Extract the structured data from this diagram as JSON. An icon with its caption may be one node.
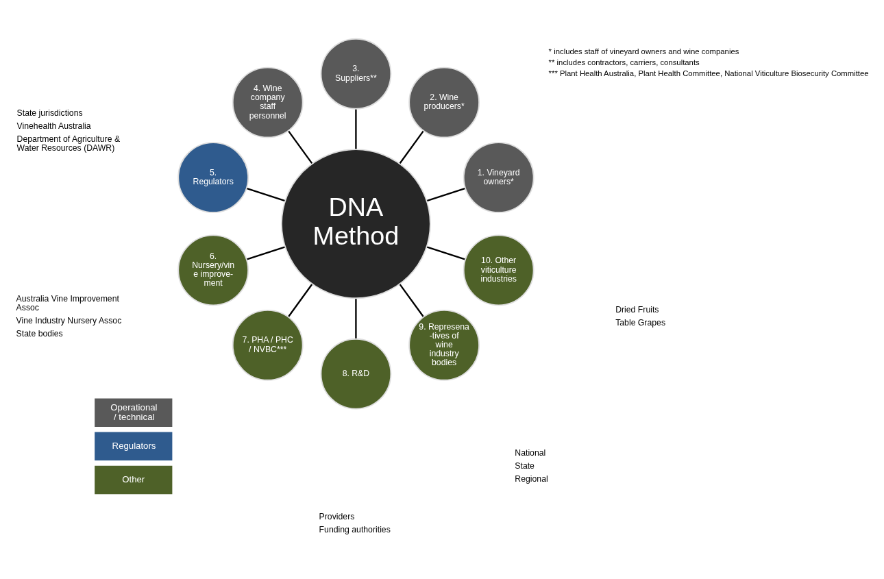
{
  "diagram": {
    "nodes": [
      {
        "text": [
          "DNA Method"
        ]
      },
      {
        "text": [
          "1. Vineyard owners*"
        ]
      },
      {
        "text": [
          "2. Wine producers*"
        ]
      },
      {
        "text": [
          "3. Suppliers**"
        ]
      },
      {
        "text": [
          "4. Wine company staff personnel"
        ]
      },
      {
        "text": [
          "5. Regulators"
        ],
        "beside": [
          "State jurisdictions",
          "Vinehealth Australia",
          "Department of Agriculture & Water Resources (DAWR)"
        ]
      },
      {
        "text": [
          "6. Nursery/vin e improve- ment"
        ],
        "beside": [
          "Australia Vine Improvement Assoc",
          "Vine Industry Nursery Assoc",
          "State bodies"
        ]
      },
      {
        "text": [
          "7. PHA / PHC / NVBC***"
        ]
      },
      {
        "text": [
          "8. R&D"
        ],
        "beside": [
          "Providers",
          "Funding authorities"
        ]
      },
      {
        "text": [
          "9. Represena -tives of wine industry bodies"
        ],
        "beside": [
          "National",
          "State",
          "Regional"
        ]
      },
      {
        "text": [
          "10. Other viticulture industries"
        ],
        "beside": [
          "Dried Fruits",
          "Table Grapes"
        ]
      }
    ],
    "edges": [
      {
        "from": 0,
        "to": 1,
        "arrow": "none"
      },
      {
        "from": 0,
        "to": 2,
        "arrow": "none"
      },
      {
        "from": 0,
        "to": 3,
        "arrow": "none"
      },
      {
        "from": 0,
        "to": 4,
        "arrow": "none"
      },
      {
        "from": 0,
        "to": 5,
        "arrow": "none"
      },
      {
        "from": 0,
        "to": 6,
        "arrow": "none"
      },
      {
        "from": 0,
        "to": 7,
        "arrow": "none"
      },
      {
        "from": 0,
        "to": 8,
        "arrow": "none"
      },
      {
        "from": 0,
        "to": 9,
        "arrow": "none"
      },
      {
        "from": 0,
        "to": 10,
        "arrow": "none"
      }
    ],
    "labels": [
      "* includes staff of vineyard owners and wine companies",
      "** includes contractors, carriers, consultants",
      "*** Plant Health Australia, Plant Health Committee, National Viticulture Biosecurity Committee"
    ],
    "legend": [
      {
        "text": "Operational / technical",
        "color": "#595959"
      },
      {
        "text": "Regulators",
        "color": "#2f5b8e"
      },
      {
        "text": "Other",
        "color": "#4e6128"
      }
    ]
  }
}
